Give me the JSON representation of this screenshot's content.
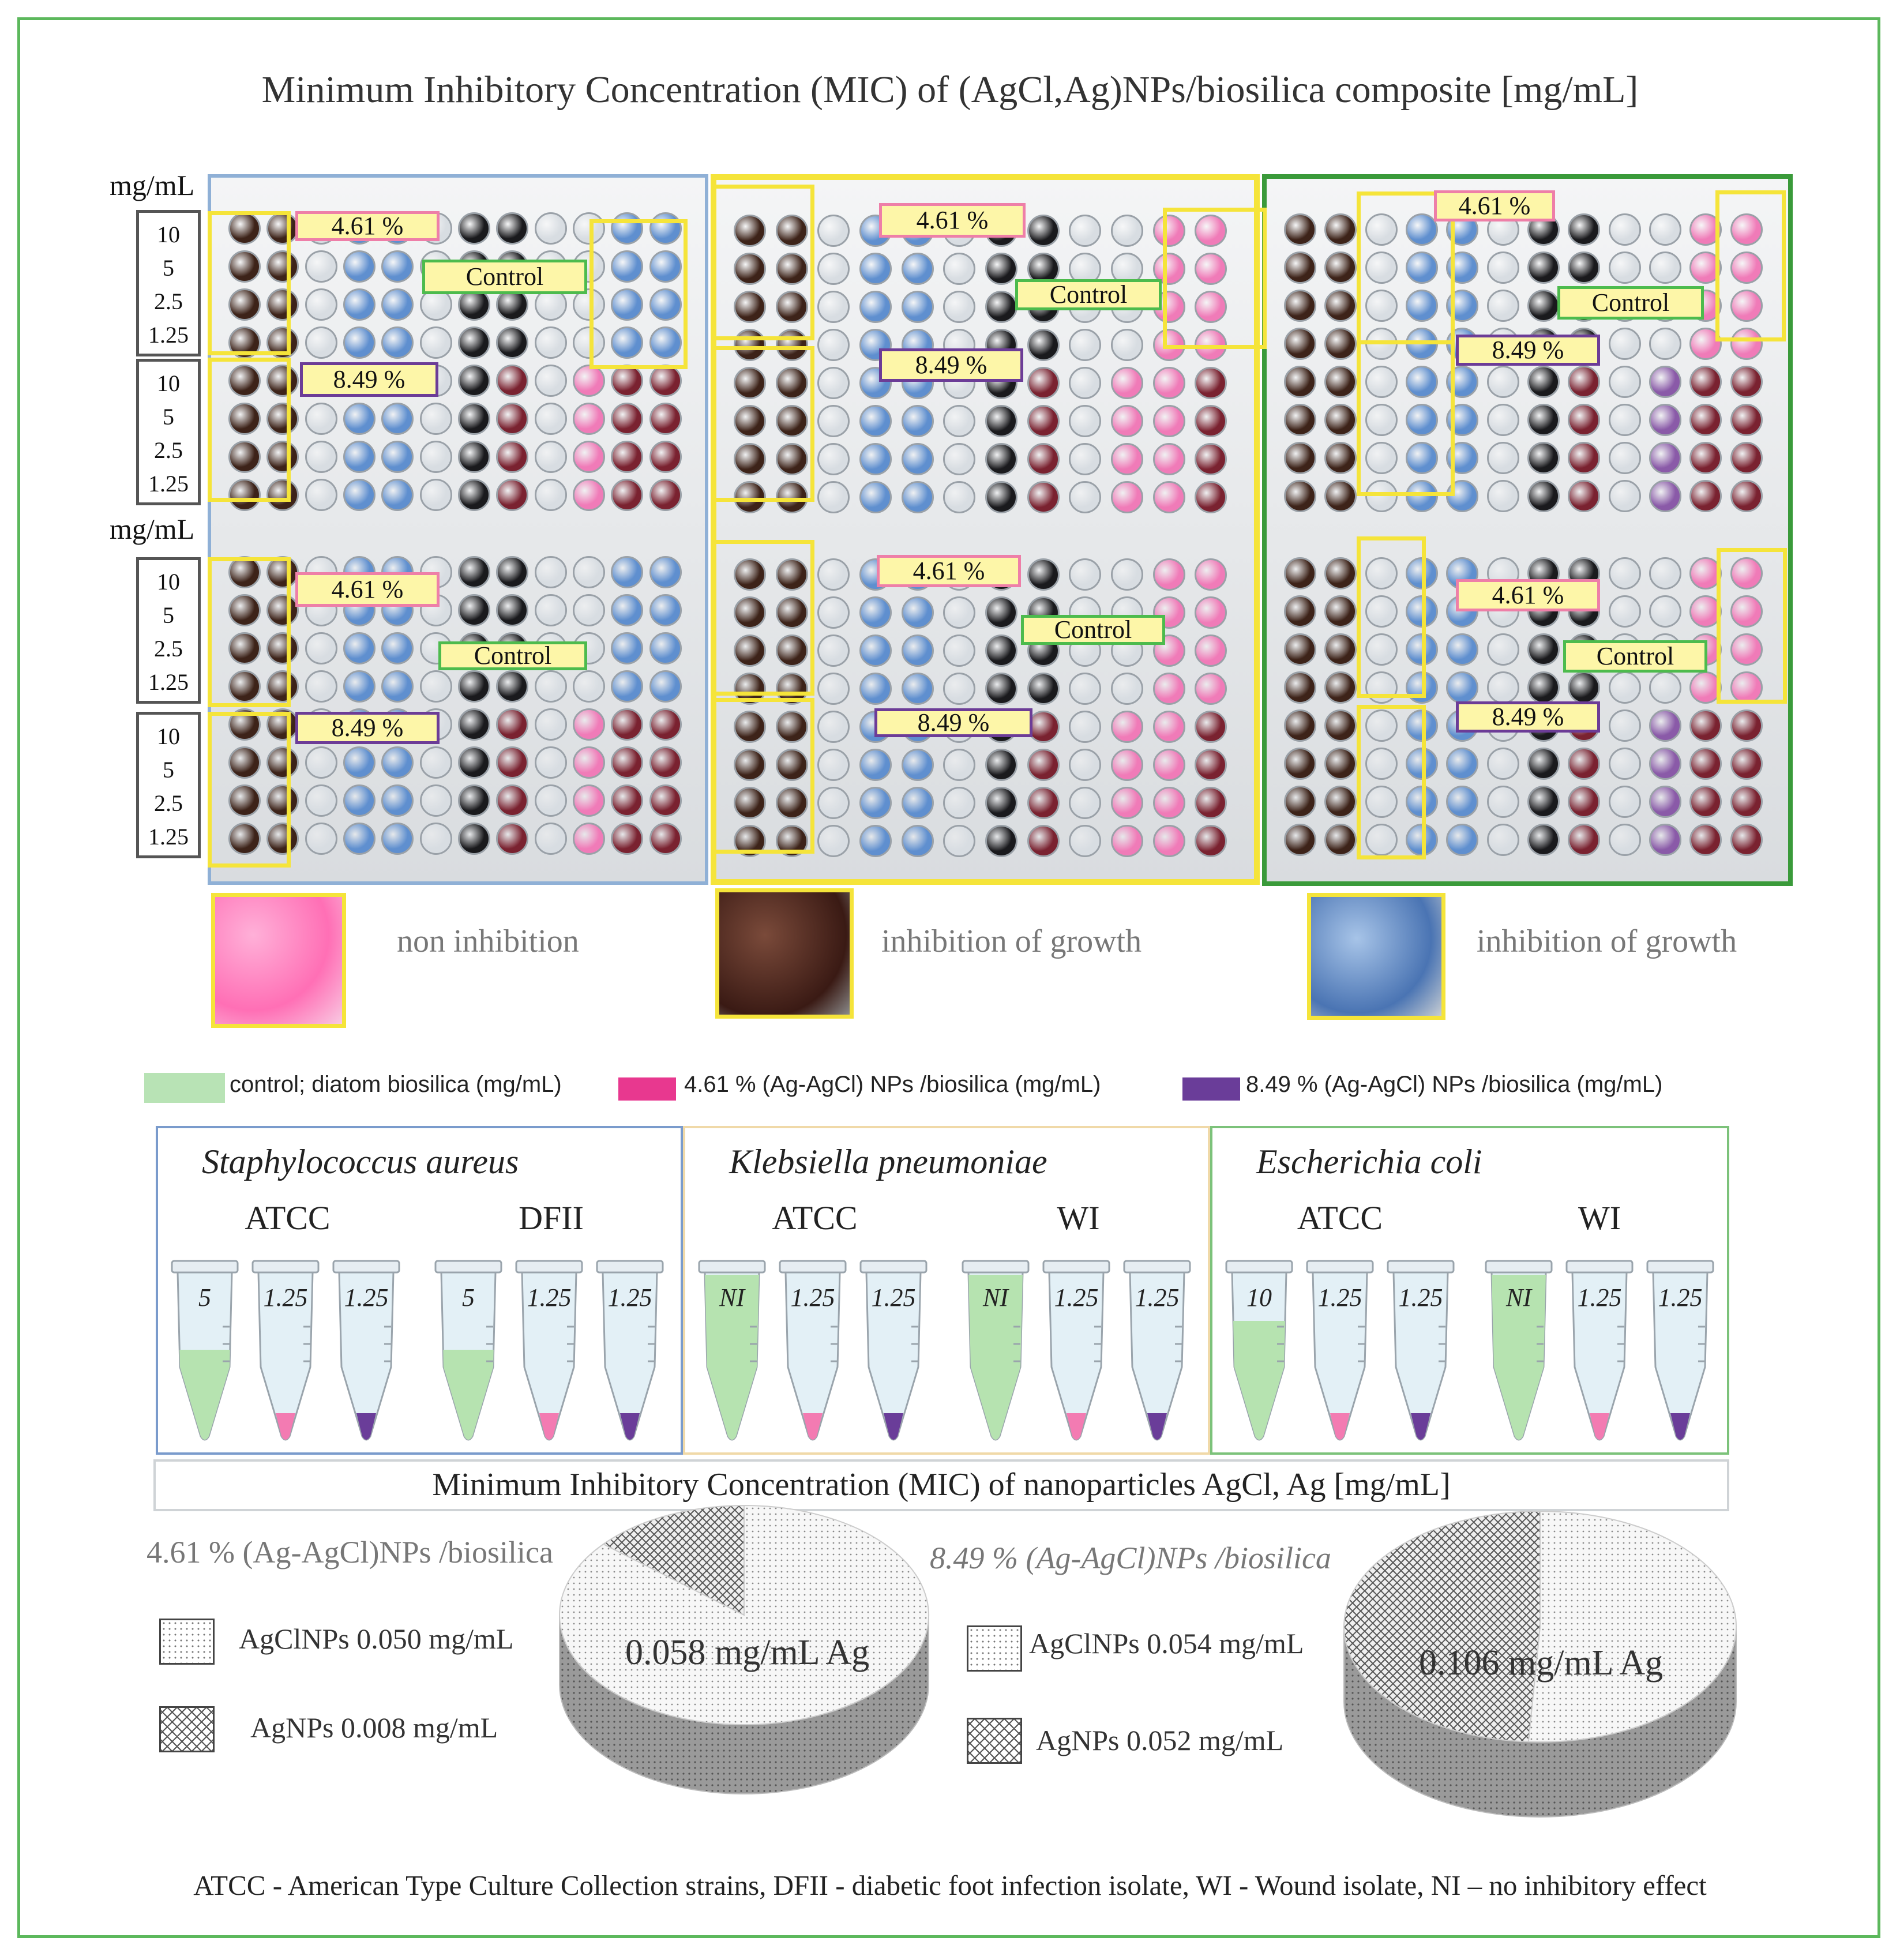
{
  "title": "Minimum Inhibitory Concentration (MIC) of (AgCl,Ag)NPs/biosilica composite [mg/mL]",
  "unit_label": "mg/mL",
  "concentrations": [
    "10",
    "5",
    "2.5",
    "1.25"
  ],
  "plate_labels": {
    "pct_461": "4.61 %",
    "pct_849": "8.49 %",
    "control": "Control"
  },
  "swatches": [
    {
      "text": "non inhibition"
    },
    {
      "text": "inhibition of growth"
    },
    {
      "text": "inhibition of growth"
    }
  ],
  "legend": [
    {
      "text": "control; diatom biosilica (mg/mL)",
      "color": "#b8e3b5"
    },
    {
      "text": "4.61 % (Ag-AgCl) NPs /biosilica (mg/mL)",
      "color": "#e8388f"
    },
    {
      "text": "8.49 % (Ag-AgCl) NPs /biosilica (mg/mL)",
      "color": "#6a3d99"
    }
  ],
  "species": [
    {
      "name": "Staphylococcus aureus",
      "border": "#7a9bcc",
      "strains": [
        {
          "name": "ATCC",
          "tubes": [
            "5",
            "1.25",
            "1.25"
          ]
        },
        {
          "name": "DFII",
          "tubes": [
            "5",
            "1.25",
            "1.25"
          ]
        }
      ]
    },
    {
      "name": "Klebsiella pneumoniae",
      "border": "#f0d9a8",
      "strains": [
        {
          "name": "ATCC",
          "tubes": [
            "NI",
            "1.25",
            "1.25"
          ]
        },
        {
          "name": "WI",
          "tubes": [
            "NI",
            "1.25",
            "1.25"
          ]
        }
      ]
    },
    {
      "name": "Escherichia coli",
      "border": "#7cc27a",
      "strains": [
        {
          "name": "ATCC",
          "tubes": [
            "10",
            "1.25",
            "1.25"
          ]
        },
        {
          "name": "WI",
          "tubes": [
            "NI",
            "1.25",
            "1.25"
          ]
        }
      ]
    }
  ],
  "mic_band": "Minimum Inhibitory Concentration (MIC) of nanoparticles AgCl, Ag [mg/mL]",
  "pie_left": {
    "title": "4.61 % (Ag-AgCl)NPs /biosilica",
    "total": "0.058 mg/mL Ag",
    "legend": [
      "AgClNPs 0.050 mg/mL",
      "AgNPs 0.008 mg/mL"
    ],
    "values": [
      0.05,
      0.008
    ]
  },
  "pie_right": {
    "title": "8.49 % (Ag-AgCl)NPs /biosilica",
    "total": "0.106 mg/mL Ag",
    "legend": [
      "AgClNPs 0.054 mg/mL",
      "AgNPs 0.052 mg/mL"
    ],
    "values": [
      0.054,
      0.052
    ]
  },
  "footnote": "ATCC - American Type Culture Collection strains, DFII - diabetic foot infection isolate, WI - Wound isolate, NI – no inhibitory effect"
}
